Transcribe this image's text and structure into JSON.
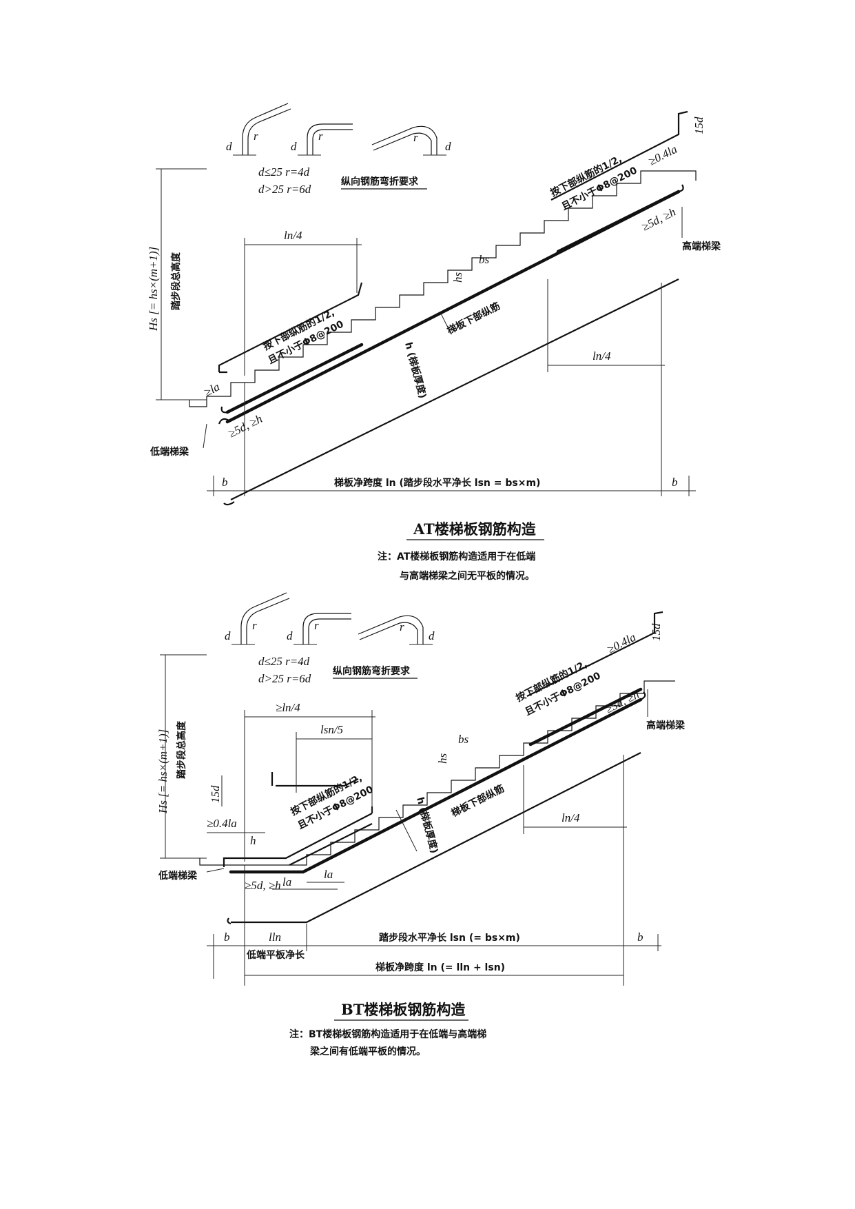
{
  "at": {
    "bend_title": "纵向钢筋弯折要求",
    "bend_rule_1": "d≤25 r=4d",
    "bend_rule_2": "d>25 r=6d",
    "label_d": "d",
    "label_r": "r",
    "total_height": "Hs [= hs×(m+1)]",
    "total_height_desc": "踏步段总高度",
    "ln4_top": "ln/4",
    "ln4_bottom": "ln/4",
    "top_rebar_note_1": "按下部纵筋的1/2,",
    "top_rebar_note_2": "且不小于Φ8@200",
    "top_rebar_note_hi_1": "按下部纵筋的1/2,",
    "top_rebar_note_hi_2": "且不小于Φ8@200",
    "bottom_rebar": "梯板下部纵筋",
    "slab_thickness": "h (梯板厚度)",
    "hs": "hs",
    "bs": "bs",
    "la": "≥la",
    "anchor_low": "≥5d, ≥h",
    "anchor_high": "≥5d, ≥h",
    "hook_15d": "15d",
    "point4la": "≥0.4la",
    "low_beam": "低端梯梁",
    "high_beam": "高端梯梁",
    "b_left": "b",
    "b_right": "b",
    "span": "梯板净跨度 ln (踏步段水平净长 lsn = bs×m)",
    "title": "AT楼梯板钢筋构造",
    "note_1": "注：AT楼梯板钢筋构造适用于在低端",
    "note_2": "与高端梯梁之间无平板的情况。"
  },
  "bt": {
    "bend_title": "纵向钢筋弯折要求",
    "bend_rule_1": "d≤25 r=4d",
    "bend_rule_2": "d>25 r=6d",
    "label_d": "d",
    "label_r": "r",
    "total_height": "Hs [= hs×(m+1)]",
    "total_height_desc": "踏步段总高度",
    "ln4_top": "≥ln/4",
    "lsn5": "lsn/5",
    "ln4_bottom": "ln/4",
    "top_rebar_note_1": "按下部纵筋的1/2,",
    "top_rebar_note_2": "且不小于Φ8@200",
    "top_rebar_note_hi_1": "按下部纵筋的1/2,",
    "top_rebar_note_hi_2": "且不小于Φ8@200",
    "bottom_rebar": "梯板下部纵筋",
    "slab_thickness": "h (梯板厚度)",
    "hs": "hs",
    "bs": "bs",
    "la_1": "la",
    "la_2": "la",
    "h_mark": "h",
    "anchor_low": "≥5d, ≥h",
    "anchor_high": "≥5d, ≥h",
    "hook_15d_low": "15d",
    "hook_15d_high": "15d",
    "point4la_low": "≥0.4la",
    "point4la_high": "≥0.4la",
    "low_beam": "低端梯梁",
    "high_beam": "高端梯梁",
    "b_left": "b",
    "b_right": "b",
    "lln": "lln",
    "low_flat": "低端平板净长",
    "lsn_span": "踏步段水平净长 lsn (= bs×m)",
    "span": "梯板净跨度 ln (= lln + lsn)",
    "title": "BT楼梯板钢筋构造",
    "note_1": "注：BT楼梯板钢筋构造适用于在低端与高端梯",
    "note_2": "梁之间有低端平板的情况。"
  }
}
